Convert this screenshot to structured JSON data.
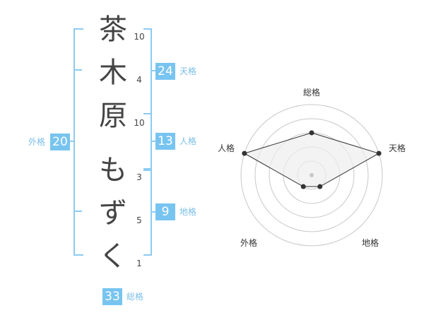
{
  "name_chars": [
    {
      "char": "茶",
      "strokes": "10"
    },
    {
      "char": "木",
      "strokes": "4"
    },
    {
      "char": "原",
      "strokes": "10"
    },
    {
      "char": "も",
      "strokes": "3"
    },
    {
      "char": "ず",
      "strokes": "5"
    },
    {
      "char": "く",
      "strokes": "1"
    }
  ],
  "scores": {
    "tenkaku": {
      "value": "24",
      "label": "天格"
    },
    "jinkaku": {
      "value": "13",
      "label": "人格"
    },
    "chikaku": {
      "value": "9",
      "label": "地格"
    },
    "gaikaku": {
      "value": "20",
      "label": "外格"
    },
    "soukaku": {
      "value": "33",
      "label": "総格"
    }
  },
  "radar": {
    "axes": [
      "総格",
      "天格",
      "地格",
      "外格",
      "人格"
    ],
    "levels": 5,
    "values": [
      3,
      5,
      1,
      1,
      5
    ],
    "max": 5,
    "colors": {
      "rings": "#c8c8c8",
      "fill": "#eeeeee",
      "line": "#333333",
      "center": "#c8c8c8"
    }
  },
  "colors": {
    "accent": "#78c4f0",
    "bracket": "#8ccbf2",
    "label": "#7bbfe8"
  }
}
